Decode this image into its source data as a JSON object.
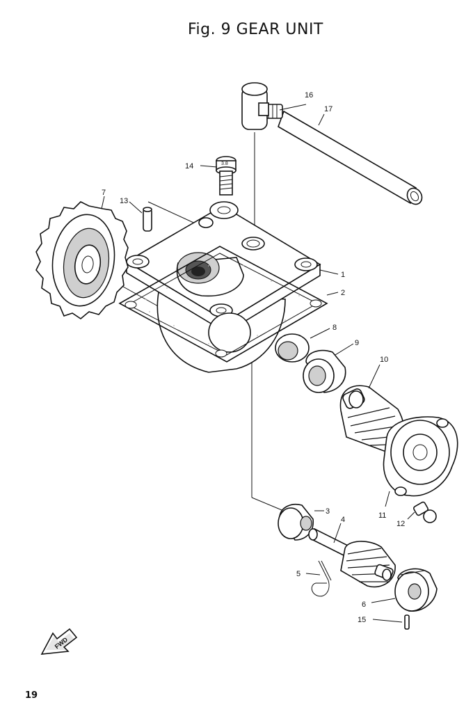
{
  "title": "Fig. 9  GEAR UNIT",
  "page_number": "19",
  "fwd_badge": "FWD",
  "callouts": {
    "c1": "1",
    "c2": "2",
    "c3": "3",
    "c4": "4",
    "c5": "5",
    "c6": "6",
    "c7": "7",
    "c8": "8",
    "c9": "9",
    "c10": "10",
    "c11": "11",
    "c12": "12",
    "c13": "13",
    "c14": "14",
    "c15": "15",
    "c16": "16",
    "c17": "17"
  }
}
